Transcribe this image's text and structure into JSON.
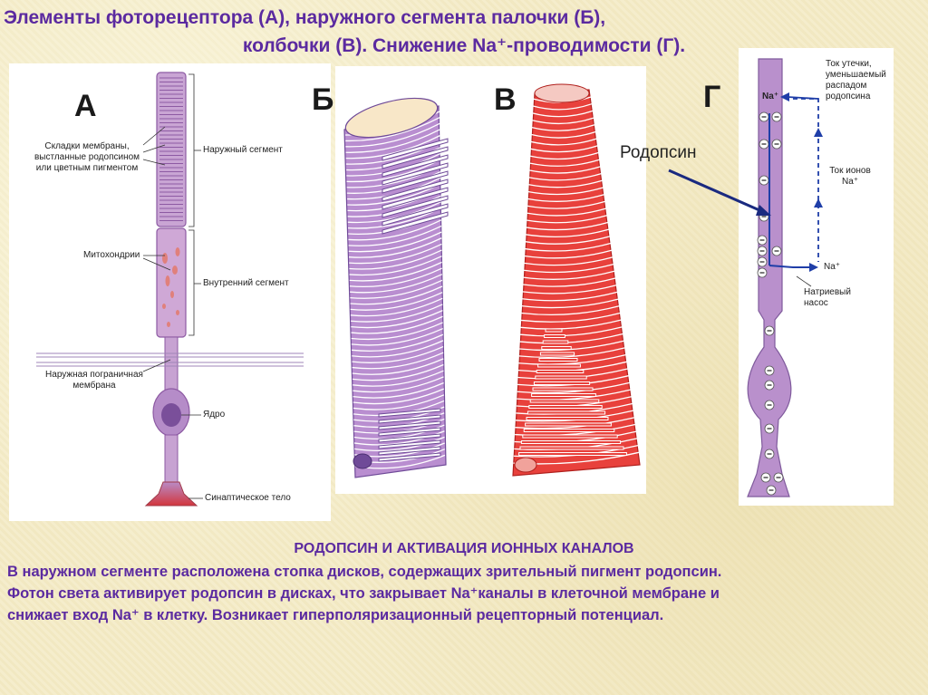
{
  "title": {
    "line1": "Элементы фоторецептора (А), наружного сегмента палочки (Б),",
    "line2": "колбочки (В). Снижение Na⁺-проводимости (Г)."
  },
  "panels": {
    "a": {
      "letter": "А",
      "labels": {
        "folds_line1": "Складки мембраны,",
        "folds_line2": "выстланные родопсином",
        "folds_line3": "или цветным пигментом",
        "outer_segment": "Наружный сегмент",
        "mitochondria": "Митохондрии",
        "inner_segment": "Внутренний сегмент",
        "outer_membrane_line1": "Наружная пограничная",
        "outer_membrane_line2": "мембрана",
        "nucleus": "Ядро",
        "synaptic_body": "Синаптическое тело"
      }
    },
    "b": {
      "letter": "Б"
    },
    "v": {
      "letter": "В"
    },
    "g": {
      "letter": "Г",
      "rhodopsin": "Родопсин",
      "labels": {
        "na_top": "Na⁺",
        "leak_line1": "Ток утечки,",
        "leak_line2": "уменьшаемый",
        "leak_line3": "распадом",
        "leak_line4": "родопсина",
        "ion_line1": "Ток ионов",
        "ion_line2": "Na⁺",
        "na_right": "Na⁺",
        "pump_line1": "Натриевый",
        "pump_line2": "насос"
      }
    }
  },
  "caption": {
    "title": "РОДОПСИН И АКТИВАЦИЯ ИОННЫХ КАНАЛОВ",
    "line1": "В наружном сегменте расположена стопка дисков, содержащих зрительный пигмент родопсин.",
    "line2": "Фотон света активирует родопсин в дисках, что закрывает Na⁺каналы в клеточной мембране и",
    "line3": "снижает вход Na⁺ в клетку. Возникает гиперполяризационный рецепторный потенциал."
  },
  "colors": {
    "title": "#5b2aa0",
    "background": "#f4ebc6",
    "cell_purple": "#b990cc",
    "cone_red": "#e8413c",
    "arrow_blue": "#1f3ea8"
  }
}
